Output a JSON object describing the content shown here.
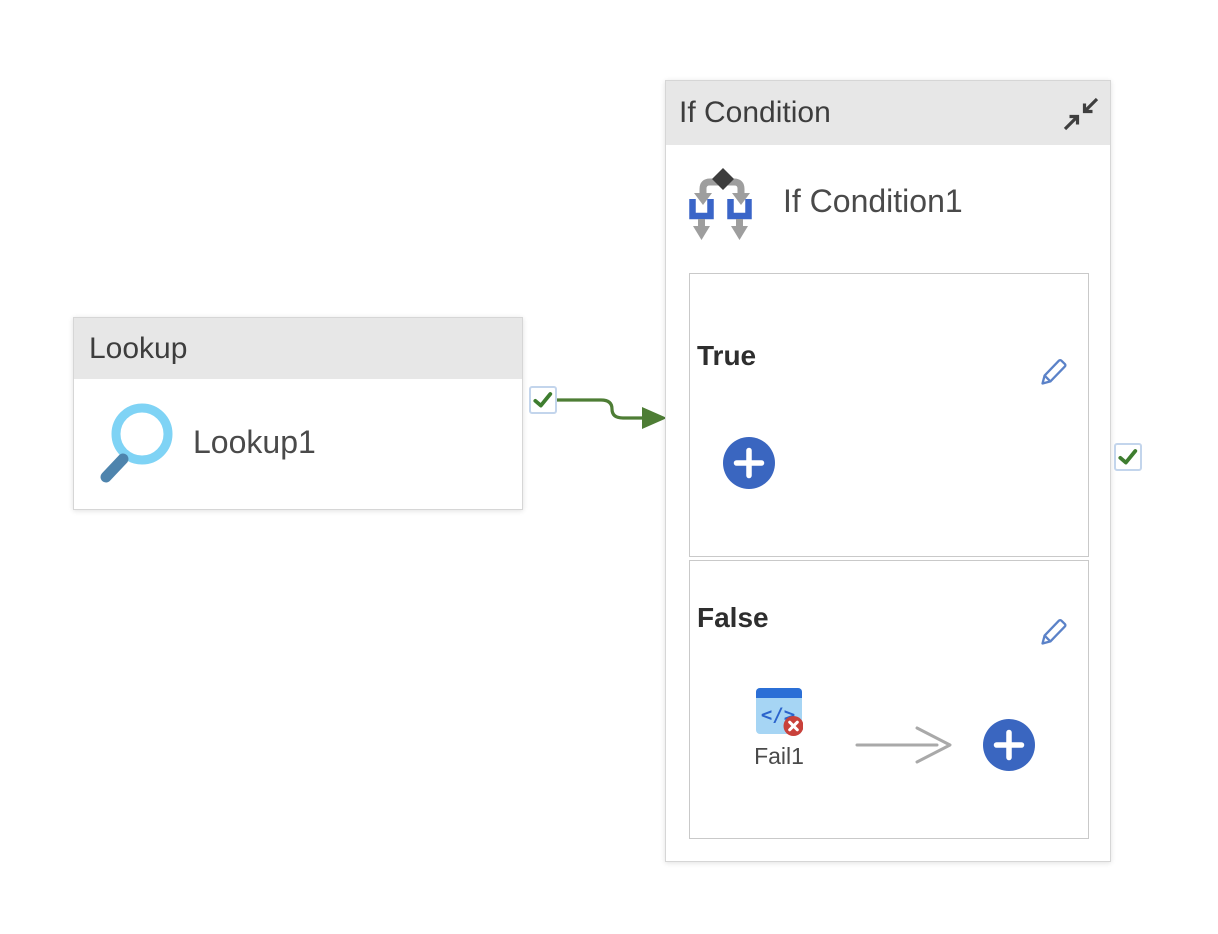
{
  "pipeline": {
    "activities": {
      "lookup": {
        "type_label": "Lookup",
        "name": "Lookup1"
      },
      "if_condition": {
        "type_label": "If Condition",
        "name": "If Condition1",
        "true_branch": {
          "label": "True"
        },
        "false_branch": {
          "label": "False",
          "activities": [
            {
              "type": "Fail",
              "name": "Fail1"
            }
          ]
        }
      }
    },
    "connection": {
      "from": "Lookup1",
      "to": "If Condition1",
      "condition": "success"
    }
  },
  "colors": {
    "header_gray": "#e7e7e7",
    "accent_blue": "#3a66c0",
    "connector_green": "#4e7d35",
    "port_border_blue": "#c3d5ec",
    "pencil_blue": "#5b82c8",
    "fail_red": "#c9413a",
    "fail_icon_bar_blue": "#2b6fd6",
    "fail_icon_body_blue": "#a6d5f4",
    "magnifier_light_blue": "#7fd3f5",
    "magnifier_handle_blue": "#4e84ad",
    "icon_gray": "#9e9e9e",
    "arrow_gray": "#a9a9a9"
  }
}
